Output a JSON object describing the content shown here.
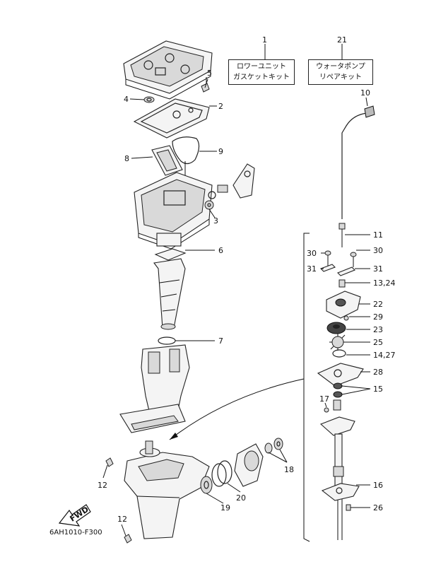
{
  "kits": [
    {
      "number": "1",
      "line1": "ロワーユニット",
      "line2": "ガスケットキット"
    },
    {
      "number": "21",
      "line1": "ウォータポンプ",
      "line2": "リペアキット"
    }
  ],
  "callouts": {
    "c2": "2",
    "c3": "3",
    "c4": "4",
    "c5": "5",
    "c6": "6",
    "c7": "7",
    "c8": "8",
    "c9": "9",
    "c10": "10",
    "c11": "11",
    "c30a": "30",
    "c30b": "30",
    "c31a": "31",
    "c31b": "31",
    "c13_24": "13,24",
    "c22": "22",
    "c29": "29",
    "c23": "23",
    "c25": "25",
    "c14_27": "14,27",
    "c28": "28",
    "c15": "15",
    "c17": "17",
    "c16": "16",
    "c26": "26",
    "c18": "18",
    "c19": "19",
    "c20": "20",
    "c12a": "12",
    "c12b": "12"
  },
  "fwd_label": "FWD",
  "diagram_code": "6AH1010-F300"
}
